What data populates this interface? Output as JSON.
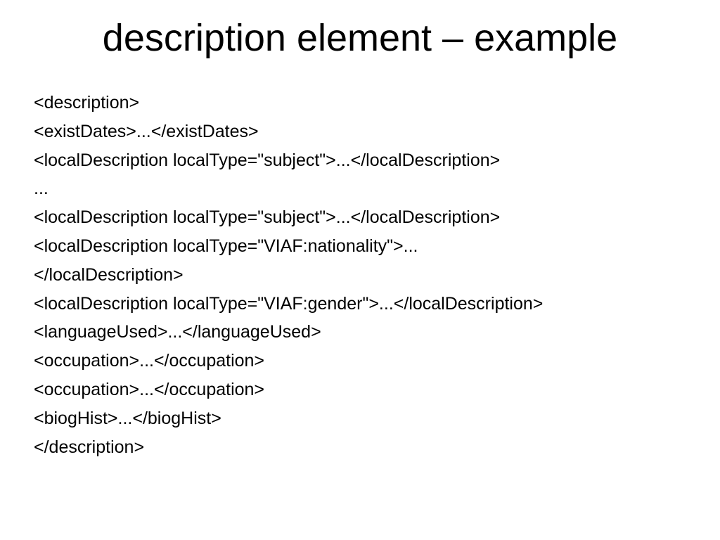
{
  "slide": {
    "title": "description element – example",
    "lines": [
      "<description>",
      "<existDates>...</existDates>",
      "<localDescription localType=\"subject\">...</localDescription>",
      "...",
      "<localDescription localType=\"subject\">...</localDescription>",
      "<localDescription localType=\"VIAF:nationality\">...",
      "</localDescription>",
      "<localDescription localType=\"VIAF:gender\">...</localDescription>",
      "<languageUsed>...</languageUsed>",
      "<occupation>...</occupation>",
      "<occupation>...</occupation>",
      "<biogHist>...</biogHist>",
      "</description>"
    ]
  }
}
